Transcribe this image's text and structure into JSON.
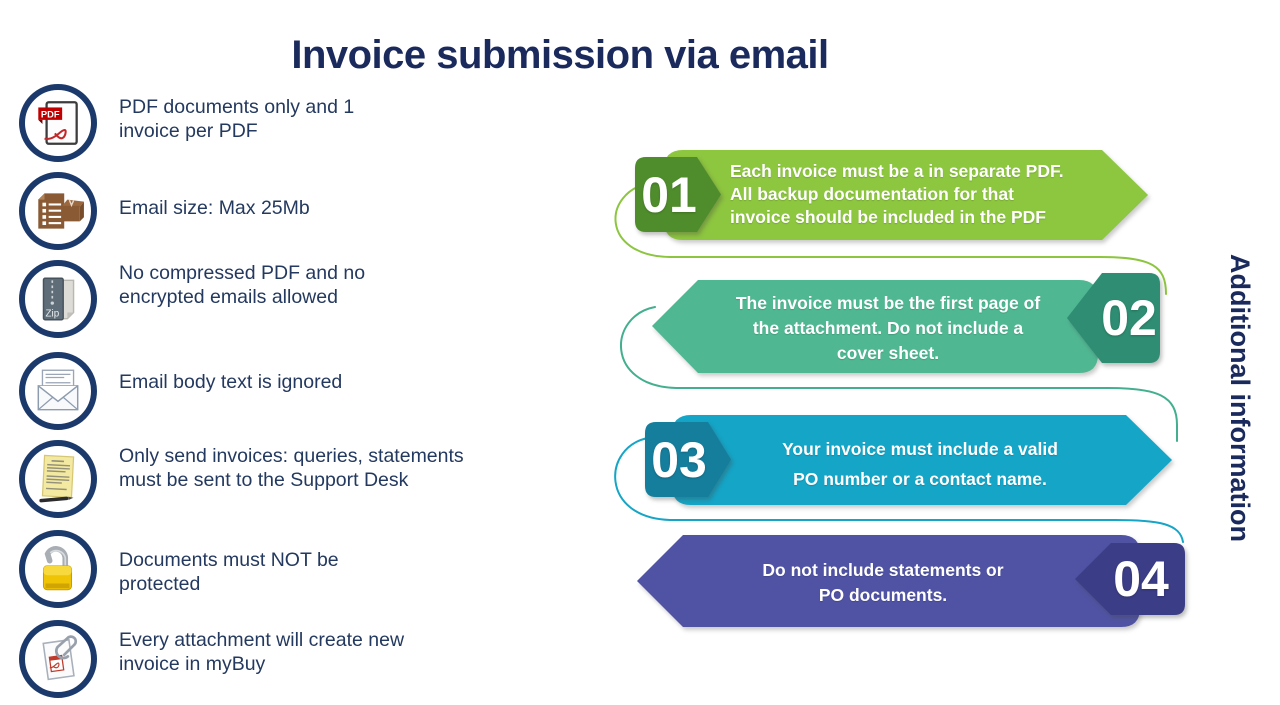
{
  "title": "Invoice submission via email",
  "sidebar_label": "Additional information",
  "colors": {
    "title_navy": "#1b2a5c",
    "rule_text_navy": "#24395f",
    "circle_ring_navy": "#1b3a6b"
  },
  "rules": [
    {
      "icon": "pdf-document-icon",
      "text": "PDF documents only and 1\ninvoice per PDF"
    },
    {
      "icon": "email-size-icon",
      "text": "Email size: Max 25Mb"
    },
    {
      "icon": "zip-folder-icon",
      "text": "No compressed PDF and no\nencrypted emails allowed"
    },
    {
      "icon": "open-envelope-icon",
      "text": "Email body text is ignored"
    },
    {
      "icon": "note-and-pen-icon",
      "text": "Only send invoices: queries, statements\nmust be sent to the Support Desk"
    },
    {
      "icon": "open-padlock-icon",
      "text": "Documents must NOT be\nprotected"
    },
    {
      "icon": "paperclip-attachment-icon",
      "text": "Every attachment will create new\ninvoice in myBuy"
    }
  ],
  "steps": [
    {
      "number": "01",
      "text": "Each invoice must be a in separate PDF.\nAll backup documentation for that\ninvoice should be included in the PDF",
      "banner_color": "#8dc63f",
      "badge_color": "#4f8d2c",
      "direction": "right"
    },
    {
      "number": "02",
      "text": "The invoice must be the first page of\nthe attachment. Do not include a\ncover sheet.",
      "banner_color": "#4fb893",
      "badge_color": "#2e8d72",
      "direction": "left"
    },
    {
      "number": "03",
      "text": "Your invoice must include a valid\nPO number or a contact name.",
      "banner_color": "#14a5c7",
      "badge_color": "#157e9d",
      "direction": "right"
    },
    {
      "number": "04",
      "text": "Do not include statements or\nPO documents.",
      "banner_color": "#5053a4",
      "badge_color": "#3b3d86",
      "direction": "left"
    }
  ],
  "connectors": [
    {
      "color": "#8cc63f"
    },
    {
      "color": "#43af8f"
    },
    {
      "color": "#16a5c6"
    }
  ]
}
